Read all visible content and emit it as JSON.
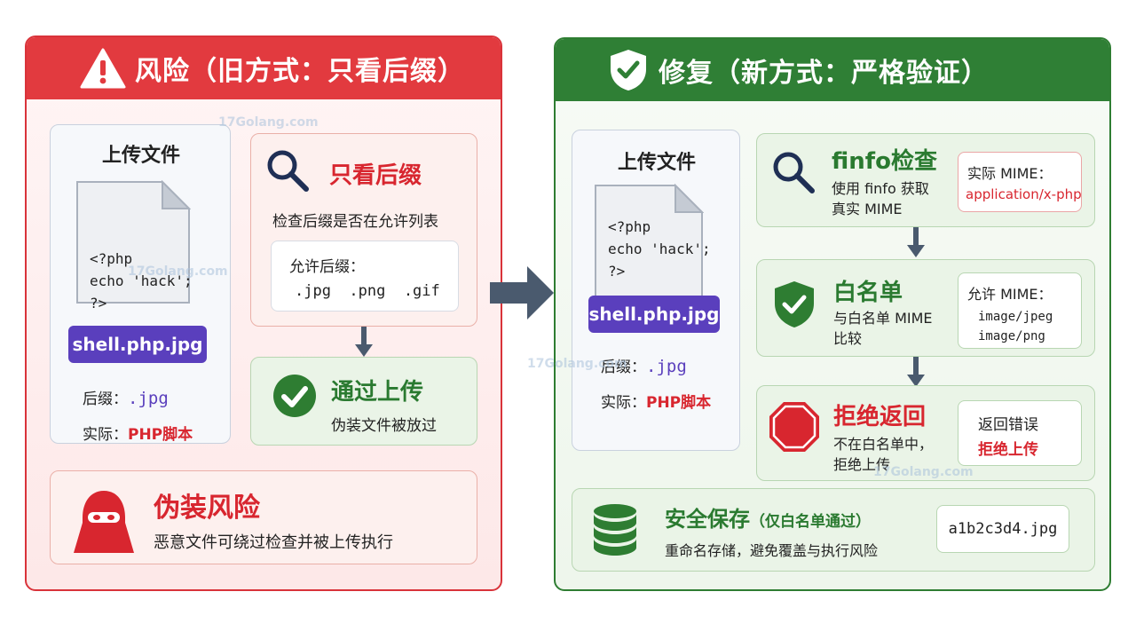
{
  "left": {
    "title": "风险（旧方式：只看后缀）",
    "upload_title": "上传文件",
    "code_lines": [
      "<?php",
      "echo 'hack';",
      "?>"
    ],
    "filename": "shell.php.jpg",
    "suffix_label": "后缀：",
    "suffix_value": ".jpg",
    "actual_label": "实际：",
    "actual_value": "PHP脚本",
    "check": {
      "title": "只看后缀",
      "desc": "检查后缀是否在允许列表",
      "allowed_label": "允许后缀：",
      "allowed_values": ".jpg  .png  .gif"
    },
    "pass": {
      "title": "通过上传",
      "desc": "伪装文件被放过"
    },
    "risk": {
      "title": "伪装风险",
      "desc": "恶意文件可绕过检查并被上传执行"
    }
  },
  "right": {
    "title": "修复（新方式：严格验证）",
    "upload_title": "上传文件",
    "code_lines": [
      "<?php",
      "echo 'hack';",
      "?>"
    ],
    "filename": "shell.php.jpg",
    "suffix_label": "后缀：",
    "suffix_value": ".jpg",
    "actual_label": "实际：",
    "actual_value": "PHP脚本",
    "finfo": {
      "title": "finfo检查",
      "desc": "使用 finfo 获取\n真实 MIME",
      "mime_label": "实际 MIME：",
      "mime_value": "application/x-php"
    },
    "whitelist": {
      "title": "白名单",
      "desc": "与白名单 MIME\n比较",
      "allowed_label": "允许 MIME：",
      "allowed_values": "image/jpeg\nimage/png"
    },
    "reject": {
      "title": "拒绝返回",
      "desc": "不在白名单中，\n拒绝上传",
      "box_line1": "返回错误",
      "box_line2": "拒绝上传"
    },
    "save": {
      "title": "安全保存",
      "title_note": "（仅白名单通过）",
      "desc": "重命名存储，避免覆盖与执行风险",
      "filename": "a1b2c3d4.jpg"
    }
  },
  "watermark": "17Golang.com",
  "colors": {
    "risk_red": "#e23a3f",
    "fix_green": "#2f7f35",
    "file_purple": "#5a3fbd",
    "arrow_slate": "#4a5a6e"
  }
}
